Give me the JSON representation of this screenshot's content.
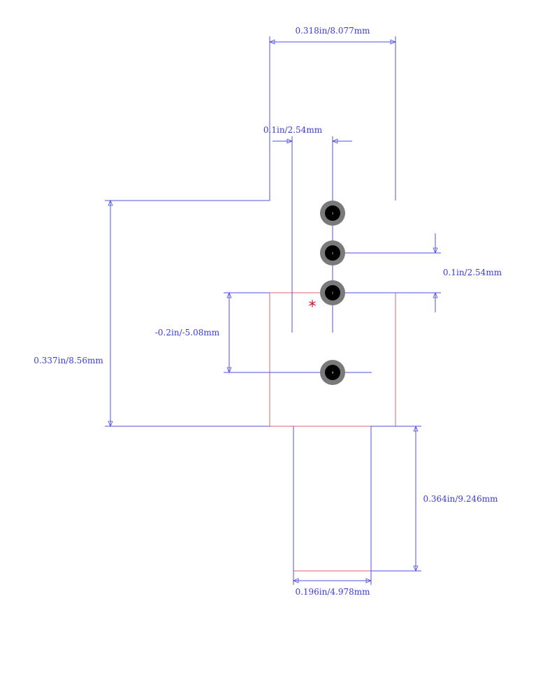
{
  "dimensions": {
    "overall_width": "0.318in/8.077mm",
    "pin_offset": "0.1in/2.54mm",
    "pin_pitch": "0.1in/2.54mm",
    "mount_hole_offset": "-0.2in/-5.08mm",
    "body_height": "0.337in/8.56mm",
    "tab_height": "0.364in/9.246mm",
    "tab_width": "0.196in/4.978mm"
  },
  "pins": [
    {
      "label": "3"
    },
    {
      "label": "2"
    },
    {
      "label": "1"
    }
  ],
  "mount_hole": {
    "label": "4"
  },
  "pin1_marker": "*",
  "colors": {
    "dimension": "#5050e0",
    "outline": "#e06070",
    "pad_ring": "#7a7a7a",
    "pad_hole": "#000000",
    "marker": "#d01030"
  }
}
